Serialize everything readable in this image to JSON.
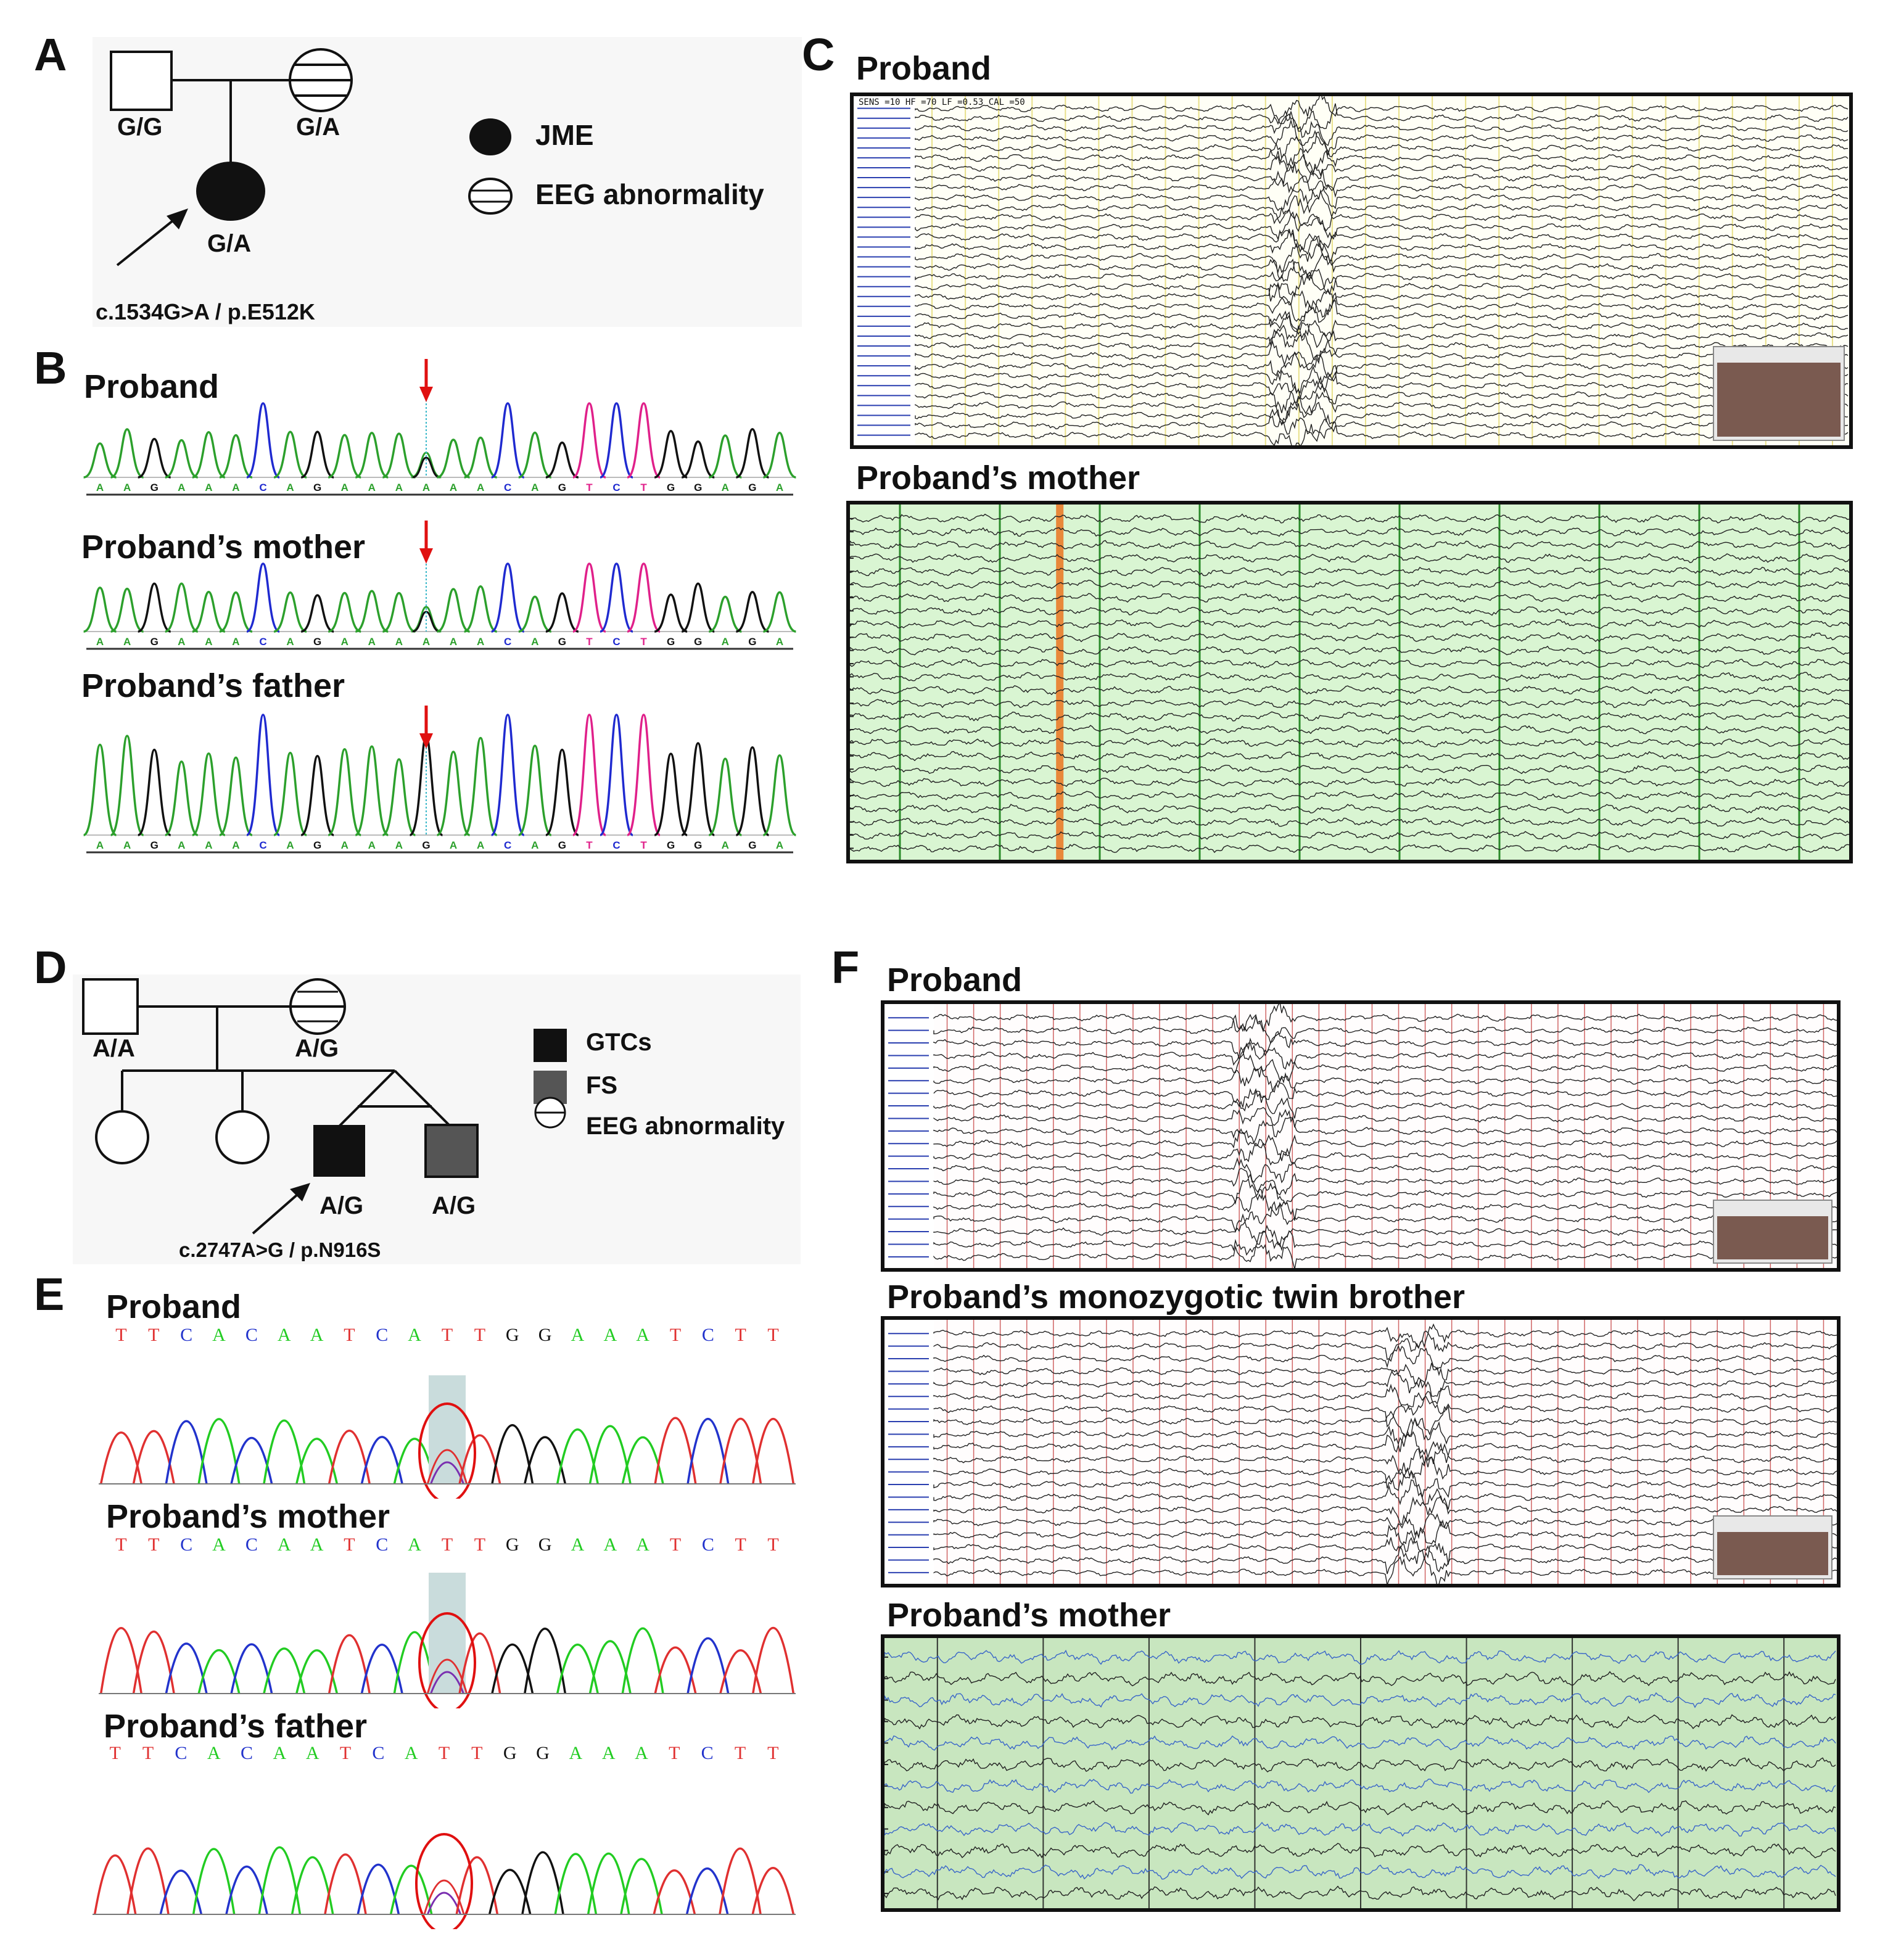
{
  "panels": {
    "A": {
      "label": "A",
      "father_genotype": "G/G",
      "mother_genotype": "G/A",
      "proband_genotype": "G/A",
      "mutation": "c.1534G>A / p.E512K",
      "legend": [
        {
          "symbol": "filled-circle",
          "label": "JME"
        },
        {
          "symbol": "striped-circle",
          "label": "EEG abnormality"
        }
      ]
    },
    "B": {
      "label": "B",
      "tracks": [
        {
          "title": "Proband",
          "sequence": "AAGAAACAGAAAAAACAGTCTGGAGA"
        },
        {
          "title": "Proband’s mother",
          "sequence": "AAGAAACAGAAAAAACAGTCTGGAGA"
        },
        {
          "title": "Proband’s father",
          "sequence": "AAGAAACAGAAAGAACAGTCTGGAGA"
        }
      ]
    },
    "C": {
      "label": "C",
      "eegs": [
        {
          "title": "Proband",
          "header": "SENS =10   HF =70   LF =0.53   CAL =50"
        },
        {
          "title": "Proband’s mother"
        }
      ]
    },
    "D": {
      "label": "D",
      "father_genotype": "A/A",
      "mother_genotype": "A/G",
      "proband_genotype": "A/G",
      "twin_genotype": "A/G",
      "mutation": "c.2747A>G / p.N916S",
      "legend": [
        {
          "symbol": "filled-square",
          "label": "GTCs"
        },
        {
          "symbol": "grey-square",
          "label": "FS"
        },
        {
          "symbol": "half-circle",
          "label": "EEG abnormality"
        }
      ]
    },
    "E": {
      "label": "E",
      "tracks": [
        {
          "title": "Proband",
          "sequence": "TTCACAATCATTGGAAATCTT"
        },
        {
          "title": "Proband’s mother",
          "sequence": "TTCACAATCATTGGAAATCTT"
        },
        {
          "title": "Proband’s father",
          "sequence": "TTCACAATCATTGGAAATCTT"
        }
      ]
    },
    "F": {
      "label": "F",
      "eegs": [
        {
          "title": "Proband"
        },
        {
          "title": "Proband’s monozygotic twin brother"
        },
        {
          "title": "Proband’s mother"
        }
      ]
    }
  },
  "colors": {
    "A": "#2ca02c",
    "C": "#1f2ad0",
    "G": "#111111",
    "T": "#e0208a",
    "E_A": "#22cc22",
    "E_C": "#2233cc",
    "E_G": "#111111",
    "E_T": "#e03030",
    "arrow": "#e01010",
    "eeg_green_bg": "#d9f5d2",
    "eeg_grid_red": "#c44040"
  }
}
